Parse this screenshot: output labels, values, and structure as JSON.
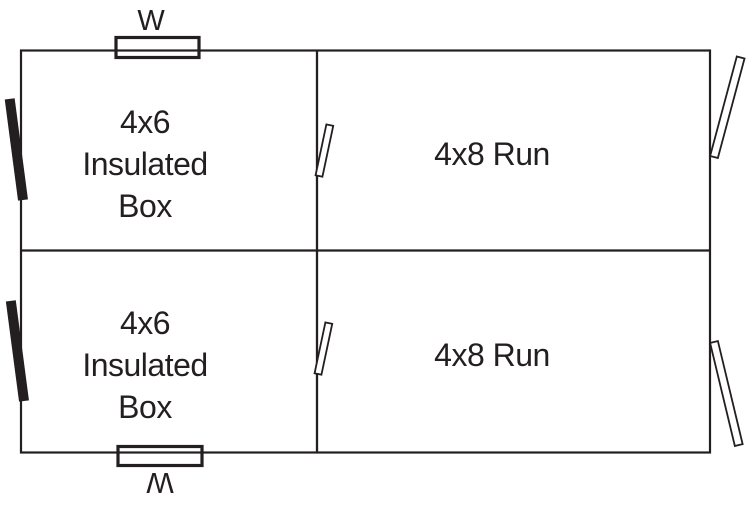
{
  "diagram": {
    "windows": [
      {
        "id": "window-top",
        "label": "W"
      },
      {
        "id": "window-bottom",
        "label": "W"
      }
    ],
    "rooms": [
      {
        "id": "box-top",
        "lines": [
          "4x6",
          "Insulated",
          "Box"
        ]
      },
      {
        "id": "run-top",
        "lines": [
          "4x8 Run"
        ]
      },
      {
        "id": "box-bottom",
        "lines": [
          "4x6",
          "Insulated",
          "Box"
        ]
      },
      {
        "id": "run-bottom",
        "lines": [
          "4x8 Run"
        ]
      }
    ],
    "colors": {
      "line": "#231f20",
      "background": "#ffffff"
    }
  }
}
